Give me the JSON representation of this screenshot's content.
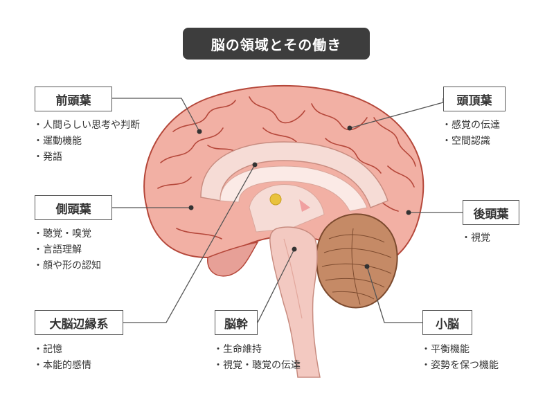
{
  "title": "脳の領域とその働き",
  "regions": {
    "frontal": {
      "name": "前頭葉",
      "functions": [
        "人間らしい思考や判断",
        "運動機能",
        "発語"
      ]
    },
    "parietal": {
      "name": "頭頂葉",
      "functions": [
        "感覚の伝達",
        "空間認識"
      ]
    },
    "temporal": {
      "name": "側頭葉",
      "functions": [
        "聴覚・嗅覚",
        "言語理解",
        "顔や形の認知"
      ]
    },
    "occipital": {
      "name": "後頭葉",
      "functions": [
        "視覚"
      ]
    },
    "limbic": {
      "name": "大脳辺縁系",
      "functions": [
        "記憶",
        "本能的感情"
      ]
    },
    "brainstem": {
      "name": "脳幹",
      "functions": [
        "生命維持",
        "視覚・聴覚の伝達"
      ]
    },
    "cerebellum": {
      "name": "小脳",
      "functions": [
        "平衡機能",
        "姿勢を保つ機能"
      ]
    }
  },
  "colors": {
    "title_bg": "#3d3d3d",
    "cortex": "#f2b0a4",
    "cortex_line": "#b5473a",
    "inner": "#f6dcd6",
    "brainstem": "#f3c9c1",
    "cerebellum": "#c58a66",
    "thalamus_dot": "#e9c23c"
  }
}
